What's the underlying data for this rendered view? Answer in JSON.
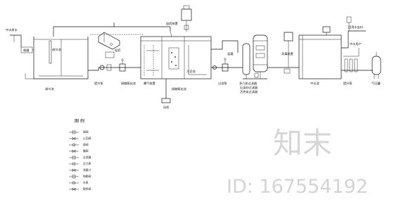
{
  "diagram": {
    "legend": {
      "title": "图 例",
      "items": [
        "闸阀",
        "止回阀",
        "球阀",
        "蝶阀",
        "过滤器",
        "压力表",
        "流量计",
        "电磁阀",
        "水泵",
        "取样阀"
      ]
    },
    "labels": {
      "inlet_water": "中水原水",
      "grille": "格栅",
      "adjust_tank": "调节池",
      "aeration": "曝气装置",
      "aerobic_tank": "接触氧化池",
      "lift_pump": "提升泵",
      "coagulant_dosing": "投药",
      "dosing_device": "加药装置",
      "air_blower": "风机",
      "sludge_tank": "污泥池",
      "coagulation": "混凝",
      "filter_pump": "过滤泵",
      "multimedia_filter": "多介质过滤器",
      "sand_filter": "石英砂过滤器",
      "activated_carbon": "活性炭过滤器",
      "disinfection": "消毒装置",
      "clear_water_tank": "中水池",
      "user_supply": "中水用户",
      "pressure_tank": "气压罐",
      "reuse_outlet": "回用水出口"
    },
    "watermark": {
      "logo": "知末",
      "id": "ID: 167554192"
    }
  }
}
